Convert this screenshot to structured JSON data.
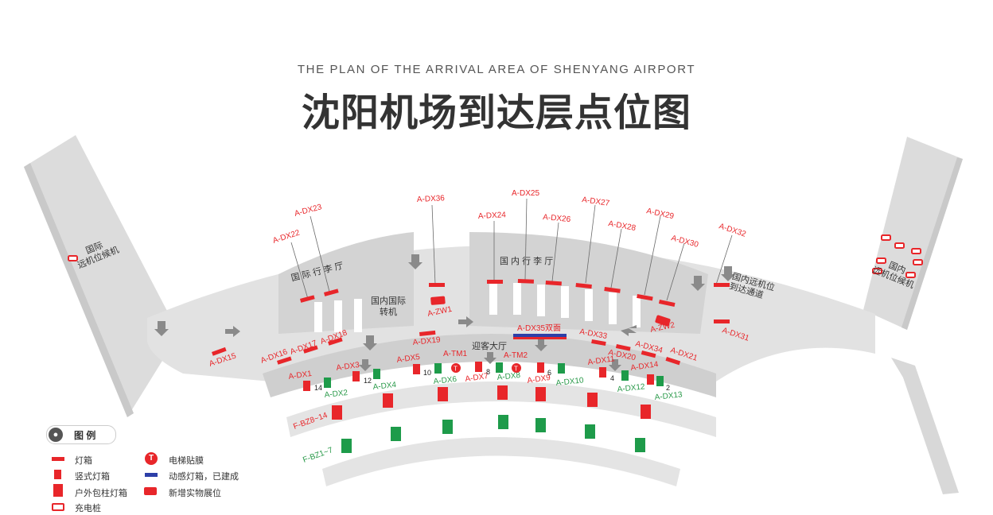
{
  "header": {
    "subtitle": "THE PLAN OF THE ARRIVAL AREA OF SHENYANG AIRPORT",
    "title": "沈阳机场到达层点位图"
  },
  "areas": {
    "intl_remote_stand": "国际远机位候机",
    "intl_remote_stand_l1": "国际",
    "intl_remote_stand_l2": "远机位候机",
    "dom_remote_stand_l1": "国内",
    "dom_remote_stand_l2": "远机位候机",
    "intl_baggage_hall": "国 际 行 李 厅",
    "dom_baggage_hall": "国 内 行 李 厅",
    "transfer_l1": "国内国际",
    "transfer_l2": "转机",
    "arrival_hall": "迎客大厅",
    "remote_channel_l1": "国内远机位",
    "remote_channel_l2": "到达通道"
  },
  "colors": {
    "red": "#e8262a",
    "green": "#1e9b4a",
    "blue": "#2d3fa8",
    "label_red": "#e8262a",
    "label_green": "#2a9a4a",
    "floor": "#e0e0e0",
    "arrow": "#8a8a8a"
  },
  "points": {
    "lightboxes": [
      {
        "label": "A-DX15"
      },
      {
        "label": "A-DX16"
      },
      {
        "label": "A-DX17"
      },
      {
        "label": "A-DX18"
      },
      {
        "label": "A-DX22"
      },
      {
        "label": "A-DX23"
      },
      {
        "label": "A-DX36"
      },
      {
        "label": "A-DX19"
      },
      {
        "label": "A-DX24"
      },
      {
        "label": "A-DX25"
      },
      {
        "label": "A-DX26"
      },
      {
        "label": "A-DX27"
      },
      {
        "label": "A-DX28"
      },
      {
        "label": "A-DX29"
      },
      {
        "label": "A-DX30"
      },
      {
        "label": "A-DX32"
      },
      {
        "label": "A-DX31"
      },
      {
        "label": "A-DX33"
      },
      {
        "label": "A-DX20"
      },
      {
        "label": "A-DX34"
      },
      {
        "label": "A-DX21"
      }
    ],
    "vertical_red": [
      {
        "label": "A-DX1",
        "num": "14"
      },
      {
        "label": "A-DX3",
        "num": "12"
      },
      {
        "label": "A-DX5",
        "num": "10"
      },
      {
        "label": "A-DX7",
        "num": "8"
      },
      {
        "label": "A-DX9",
        "num": "6"
      },
      {
        "label": "A-DX11",
        "num": "4"
      },
      {
        "label": "A-DX14",
        "num": "2"
      }
    ],
    "vertical_green": [
      {
        "label": "A-DX2"
      },
      {
        "label": "A-DX4"
      },
      {
        "label": "A-DX6"
      },
      {
        "label": "A-DX8"
      },
      {
        "label": "A-DX10"
      },
      {
        "label": "A-DX12"
      },
      {
        "label": "A-DX13"
      }
    ],
    "elevator": [
      {
        "label": "A-TM1"
      },
      {
        "label": "A-TM2"
      }
    ],
    "dynamic": {
      "label": "A-DX35双面"
    },
    "exhibit": [
      {
        "label": "A-ZW1"
      },
      {
        "label": "A-ZW2"
      }
    ],
    "pillar_red_label": "F-BZ8~14",
    "pillar_green_label": "F-BZ1~7"
  },
  "legend": {
    "title": "图 例",
    "lightbox": "灯箱",
    "vertical": "竖式灯箱",
    "pillar": "户外包柱灯箱",
    "charging": "充电桩",
    "elevator": "电梯贴膜",
    "dynamic": "动感灯箱，已建成",
    "exhibit": "新增实物展位",
    "elevator_glyph": "T"
  }
}
